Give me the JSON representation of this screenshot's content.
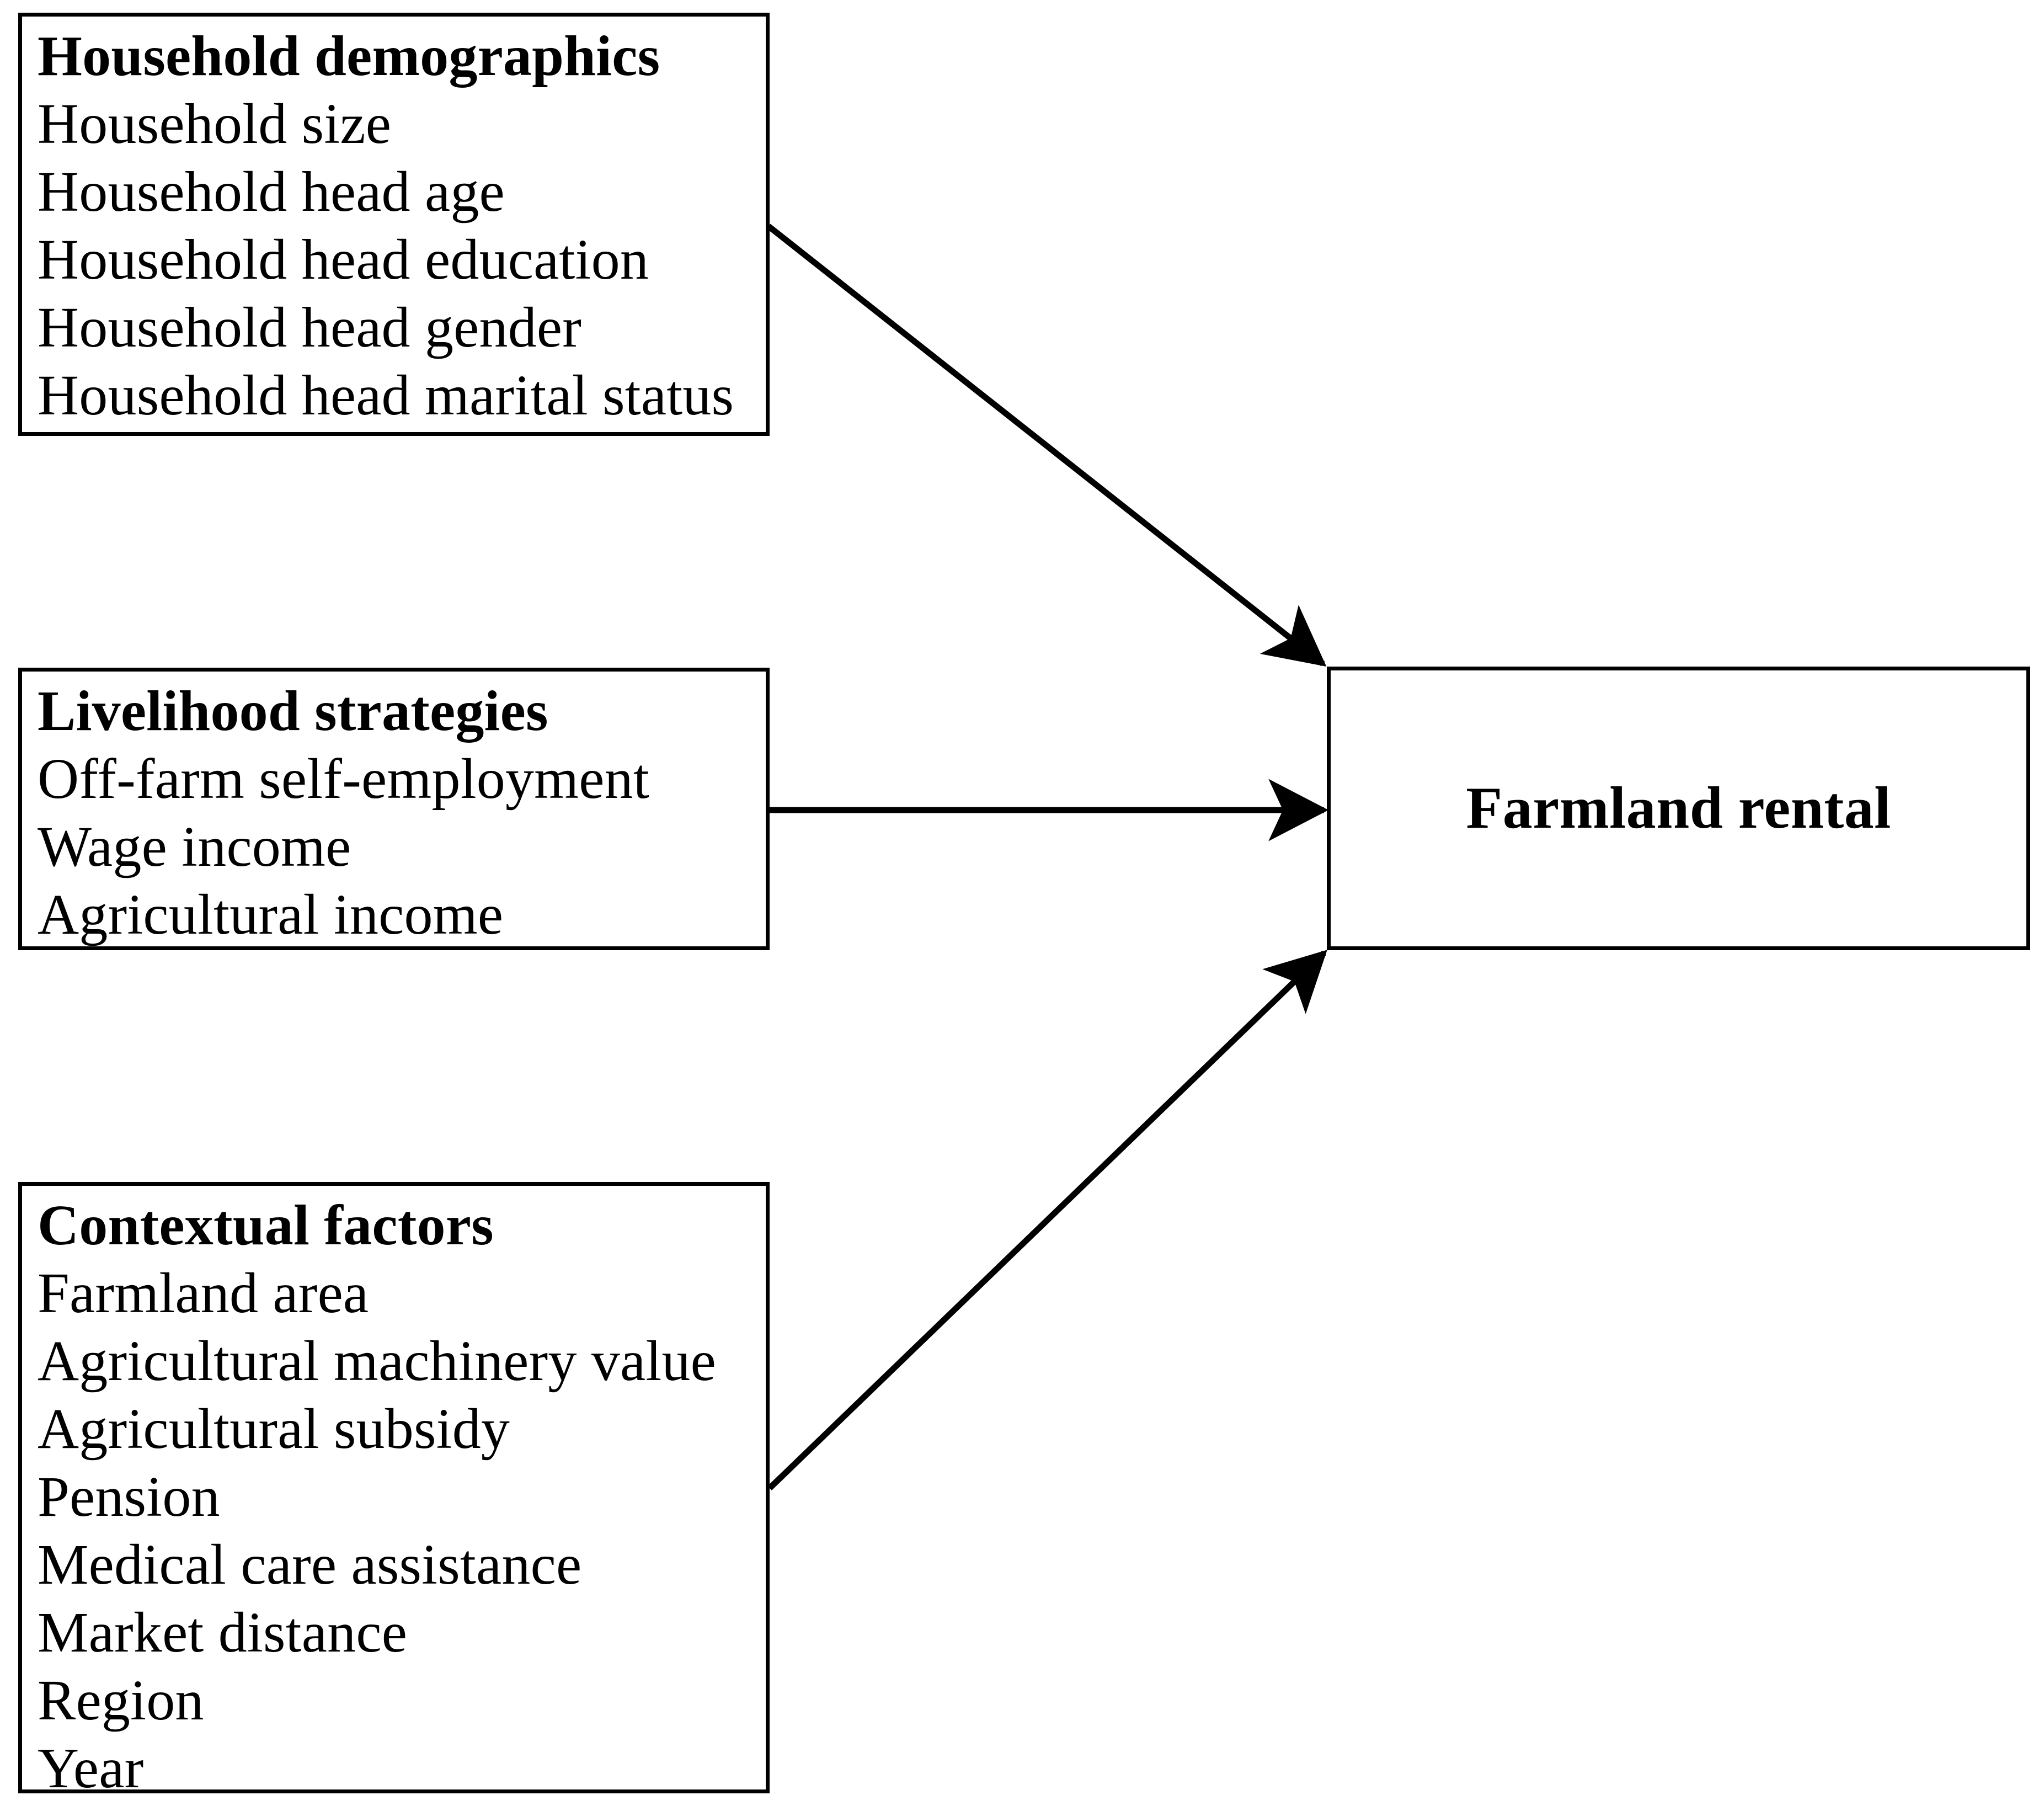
{
  "diagram": {
    "type": "conceptual-framework",
    "background_color": "#ffffff",
    "line_color": "#000000",
    "outcome": {
      "label": "Farmland rental"
    },
    "determinant_groups": [
      {
        "id": "household-demographics",
        "heading": "Household demographics",
        "items": [
          "Household size",
          "Household head age",
          "Household head education",
          "Household head gender",
          "Household head marital status"
        ]
      },
      {
        "id": "livelihood-strategies",
        "heading": "Livelihood strategies",
        "items": [
          "Off-farm self-employment",
          "Wage income",
          "Agricultural income"
        ]
      },
      {
        "id": "contextual-factors",
        "heading": "Contextual factors",
        "items": [
          "Farmland area",
          "Agricultural machinery value",
          "Agricultural subsidy",
          "Pension",
          "Medical care assistance",
          "Market distance",
          "Region",
          "Year"
        ]
      }
    ],
    "connectors": [
      {
        "id": "arrow-demographics-to-rental",
        "from": "household-demographics",
        "to": "outcome",
        "style": "solid-arrow-diagonal-down"
      },
      {
        "id": "arrow-livelihood-to-rental",
        "from": "livelihood-strategies",
        "to": "outcome",
        "style": "solid-arrow-horizontal"
      },
      {
        "id": "arrow-contextual-to-rental",
        "from": "contextual-factors",
        "to": "outcome",
        "style": "solid-arrow-diagonal-up"
      }
    ]
  }
}
